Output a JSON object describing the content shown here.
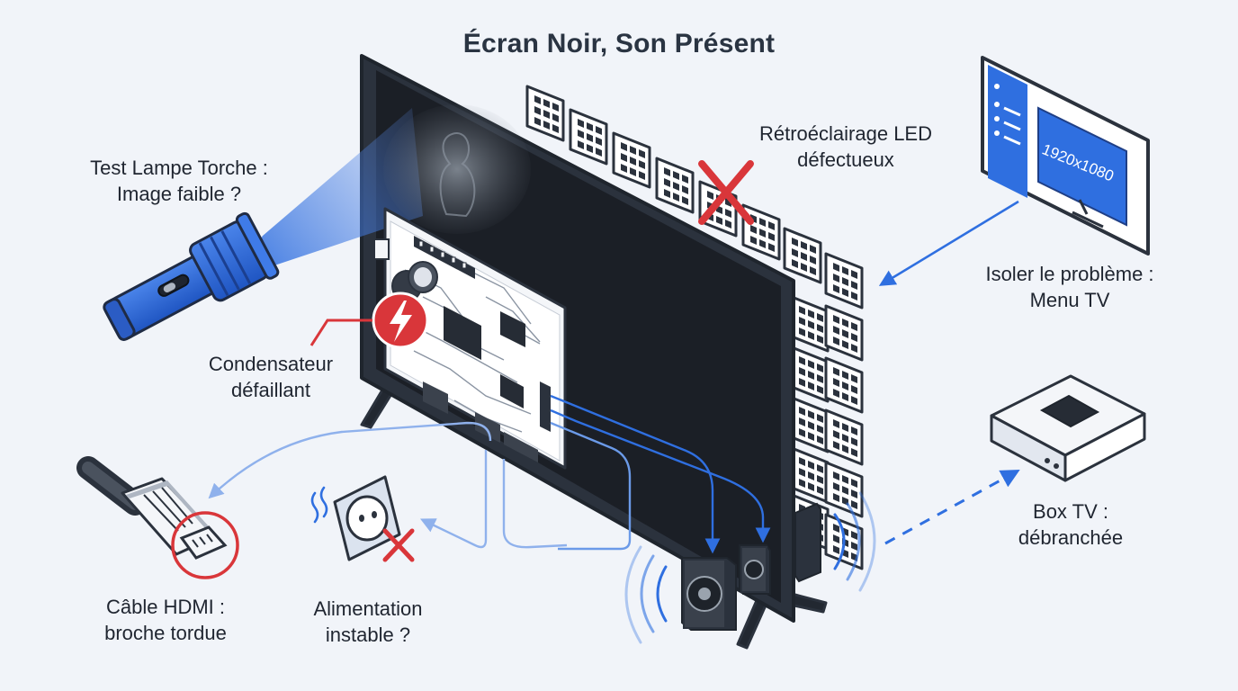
{
  "title": "Écran Noir, Son Présent",
  "labels": {
    "flashlight": [
      "Test Lampe Torche :",
      "Image faible ?"
    ],
    "backlight": [
      "Rétroéclairage LED",
      "défectueux"
    ],
    "menu": [
      "Isoler le problème :",
      "Menu TV"
    ],
    "capacitor": [
      "Condensateur",
      "défaillant"
    ],
    "hdmi": [
      "Câble HDMI :",
      "broche tordue"
    ],
    "power": [
      "Alimentation",
      "instable ?"
    ],
    "box": [
      "Box TV :",
      "débranchée"
    ]
  },
  "menu_screen": {
    "resolution": "1920x1080"
  },
  "icons": {
    "flashlight": "flashlight-icon",
    "tv": "tv-icon",
    "led_module": "led-module-icon",
    "board": "circuit-board-icon",
    "capacitor": "lightning-warning-icon",
    "hdmi": "hdmi-plug-icon",
    "outlet": "power-outlet-icon",
    "speaker": "speaker-icon",
    "menu": "tv-menu-icon",
    "box": "set-top-box-icon",
    "x_mark": "x-mark-icon"
  },
  "colors": {
    "accent_blue": "#2f6fe0",
    "alert_red": "#d9363a",
    "screen": "#1b1f26",
    "outline": "#2b323d",
    "background": "#f1f4f9"
  }
}
